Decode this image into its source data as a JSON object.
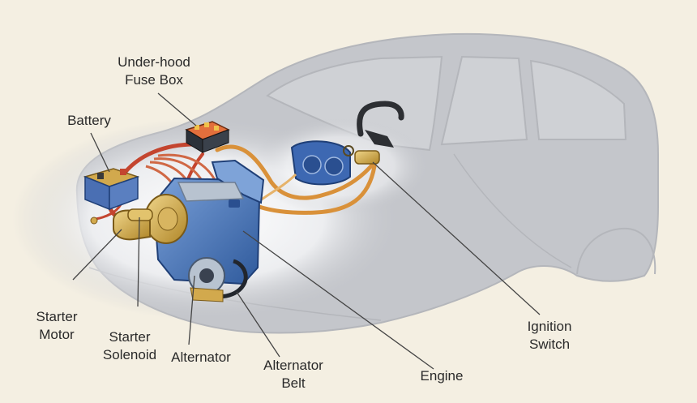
{
  "labels": {
    "fuse_box": [
      "Under-hood",
      "Fuse Box"
    ],
    "battery": [
      "Battery"
    ],
    "starter_motor": [
      "Starter",
      "Motor"
    ],
    "starter_solenoid": [
      "Starter",
      "Solenoid"
    ],
    "alternator": [
      "Alternator"
    ],
    "alternator_belt": [
      "Alternator",
      "Belt"
    ],
    "engine": [
      "Engine"
    ],
    "ignition_switch": [
      "Ignition",
      "Switch"
    ]
  },
  "colors": {
    "background": "#f4efe2",
    "car_body": "#c4c6cb",
    "car_outline": "#b4b6bb",
    "windows": "#cfd1d5",
    "engine_blue": "#3f6fb3",
    "engine_silver": "#b8c3d0",
    "wire_red": "#c4452f",
    "wire_orange": "#d9913a",
    "brass": "#c9a24a",
    "battery_blue": "#5a7fc0",
    "leader_line": "#444444",
    "label_text": "#2a2a2a"
  }
}
